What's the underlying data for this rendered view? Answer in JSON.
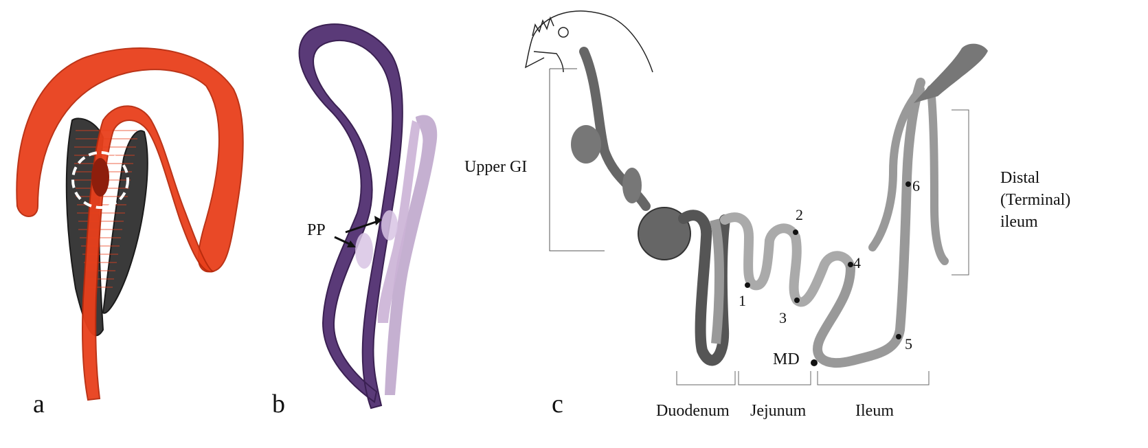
{
  "panels": [
    {
      "letter": "a"
    },
    {
      "letter": "b",
      "annotation": "PP"
    },
    {
      "letter": "c"
    }
  ],
  "labels": {
    "upper_gi": "Upper GI",
    "distal_line1": "Distal",
    "distal_line2": "(Terminal)",
    "distal_line3": "ileum",
    "md": "MD",
    "duodenum": "Duodenum",
    "jejunum": "Jejunum",
    "ileum": "Ileum"
  },
  "sites": [
    "1",
    "2",
    "3",
    "4",
    "5",
    "6"
  ],
  "colors": {
    "orange": "#e8401c",
    "gizzard_dark": "#3a3a3a",
    "purple": "#5a3a78",
    "purple_light": "#b79cc6",
    "gut_grey": "#8a8a8a",
    "gut_light": "#c9c9c9",
    "ink": "#111111"
  }
}
